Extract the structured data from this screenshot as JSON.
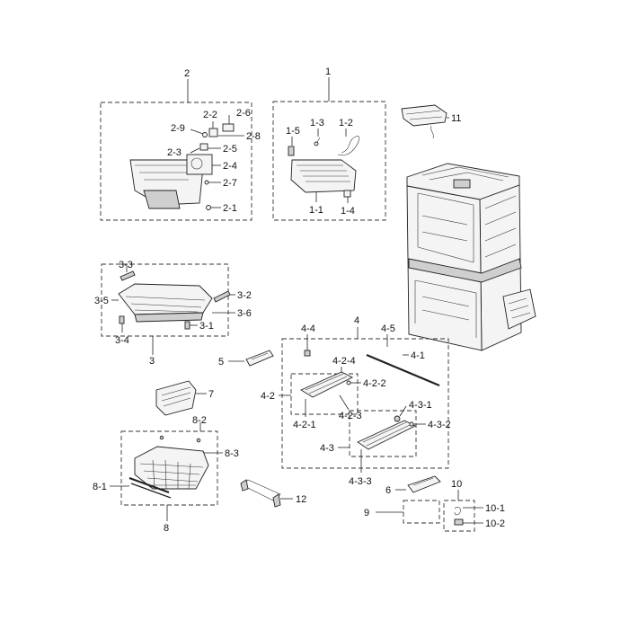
{
  "diagram": {
    "labels": {
      "g1": "1",
      "g1_1": "1-1",
      "g1_2": "1-2",
      "g1_3": "1-3",
      "g1_4": "1-4",
      "g1_5": "1-5",
      "g2": "2",
      "g2_1": "2-1",
      "g2_2": "2-2",
      "g2_3": "2-3",
      "g2_4": "2-4",
      "g2_5": "2-5",
      "g2_6": "2-6",
      "g2_7": "2-7",
      "g2_8": "2-8",
      "g2_9": "2-9",
      "g3": "3",
      "g3_1": "3-1",
      "g3_2": "3-2",
      "g3_3": "3-3",
      "g3_4": "3-4",
      "g3_5": "3-5",
      "g3_6": "3-6",
      "g4": "4",
      "g4_1": "4-1",
      "g4_2": "4-2",
      "g4_2_1": "4-2-1",
      "g4_2_2": "4-2-2",
      "g4_2_3": "4-2-3",
      "g4_2_4": "4-2-4",
      "g4_3": "4-3",
      "g4_3_1": "4-3-1",
      "g4_3_2": "4-3-2",
      "g4_3_3": "4-3-3",
      "g4_4": "4-4",
      "g4_5": "4-5",
      "g5": "5",
      "g6": "6",
      "g7": "7",
      "g8": "8",
      "g8_1": "8-1",
      "g8_2": "8-2",
      "g8_3": "8-3",
      "g9": "9",
      "g10": "10",
      "g10_1": "10-1",
      "g10_2": "10-2",
      "g11": "11",
      "g12": "12"
    }
  }
}
